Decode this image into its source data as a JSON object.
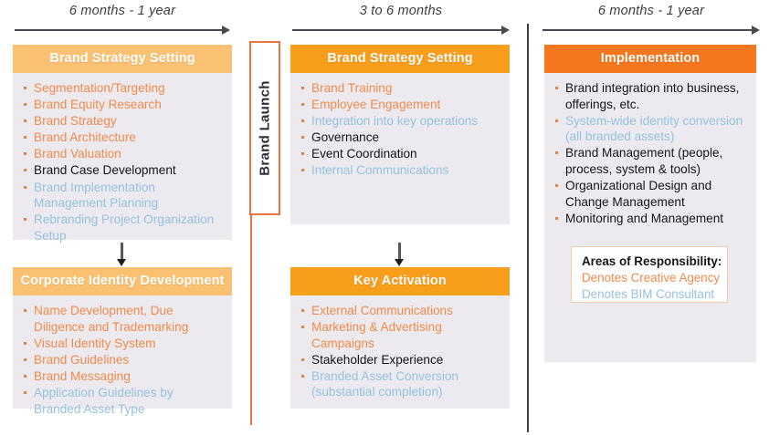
{
  "legend_colors": {
    "creative_agency": "#f08a4b",
    "bim_consultant": "#96c2e0",
    "shared": "#15161a",
    "header_pale": "#fbc173",
    "header_mid": "#f99d1c",
    "header_deep": "#f4761f"
  },
  "timelines": [
    {
      "label": "6 months - 1 year"
    },
    {
      "label": "3 to 6 months"
    },
    {
      "label": "6 months - 1 year"
    }
  ],
  "launch": {
    "label": "Brand Launch"
  },
  "columns": [
    {
      "name": "phase-one",
      "boxes": [
        {
          "title": "Brand Strategy Setting",
          "header_style": "pale",
          "items": [
            {
              "text": "Segmentation/Targeting",
              "color": "orange"
            },
            {
              "text": "Brand Equity Research",
              "color": "orange"
            },
            {
              "text": "Brand Strategy",
              "color": "orange"
            },
            {
              "text": "Brand Architecture",
              "color": "orange"
            },
            {
              "text": "Brand Valuation",
              "color": "orange"
            },
            {
              "text": "Brand Case Development",
              "color": "black"
            },
            {
              "text": "Brand Implementation Management Planning",
              "color": "blue"
            },
            {
              "text": "Rebranding Project Organization Setup",
              "color": "blue"
            }
          ]
        },
        {
          "title": "Corporate Identity Development",
          "header_style": "pale",
          "items": [
            {
              "text": "Name Development, Due Diligence and Trademarking",
              "color": "orange"
            },
            {
              "text": "Visual Identity System",
              "color": "orange"
            },
            {
              "text": "Brand Guidelines",
              "color": "orange"
            },
            {
              "text": "Brand Messaging",
              "color": "orange"
            },
            {
              "text": "Application Guidelines by Branded Asset Type",
              "color": "blue"
            }
          ]
        }
      ]
    },
    {
      "name": "phase-two",
      "boxes": [
        {
          "title": "Brand Strategy Setting",
          "header_style": "mid",
          "items": [
            {
              "text": "Brand Training",
              "color": "orange"
            },
            {
              "text": "Employee Engagement",
              "color": "orange"
            },
            {
              "text": "Integration into key operations",
              "color": "blue"
            },
            {
              "text": "Governance",
              "color": "black"
            },
            {
              "text": "Event Coordination",
              "color": "black"
            },
            {
              "text": "Internal Communications",
              "color": "blue"
            }
          ]
        },
        {
          "title": "Key Activation",
          "header_style": "mid",
          "items": [
            {
              "text": "External Communications",
              "color": "orange"
            },
            {
              "text": "Marketing & Advertising Campaigns",
              "color": "orange"
            },
            {
              "text": "Stakeholder Experience",
              "color": "black"
            },
            {
              "text": "Branded Asset Conversion (substantial completion)",
              "color": "blue"
            }
          ]
        }
      ]
    },
    {
      "name": "phase-three",
      "boxes": [
        {
          "title": "Implementation",
          "header_style": "deep",
          "items": [
            {
              "text": "Brand integration into business, offerings, etc.",
              "color": "black"
            },
            {
              "text": "System-wide identity conversion (all branded assets)",
              "color": "blue"
            },
            {
              "text": "Brand Management (people, process, system & tools)",
              "color": "black"
            },
            {
              "text": "Organizational Design and Change Management",
              "color": "black"
            },
            {
              "text": "Monitoring and Management",
              "color": "black"
            }
          ]
        }
      ]
    }
  ],
  "legend": {
    "title": "Areas of Responsibility:",
    "creative_agency": "Denotes Creative Agency",
    "bim_consultant": "Denotes BIM Consultant"
  }
}
